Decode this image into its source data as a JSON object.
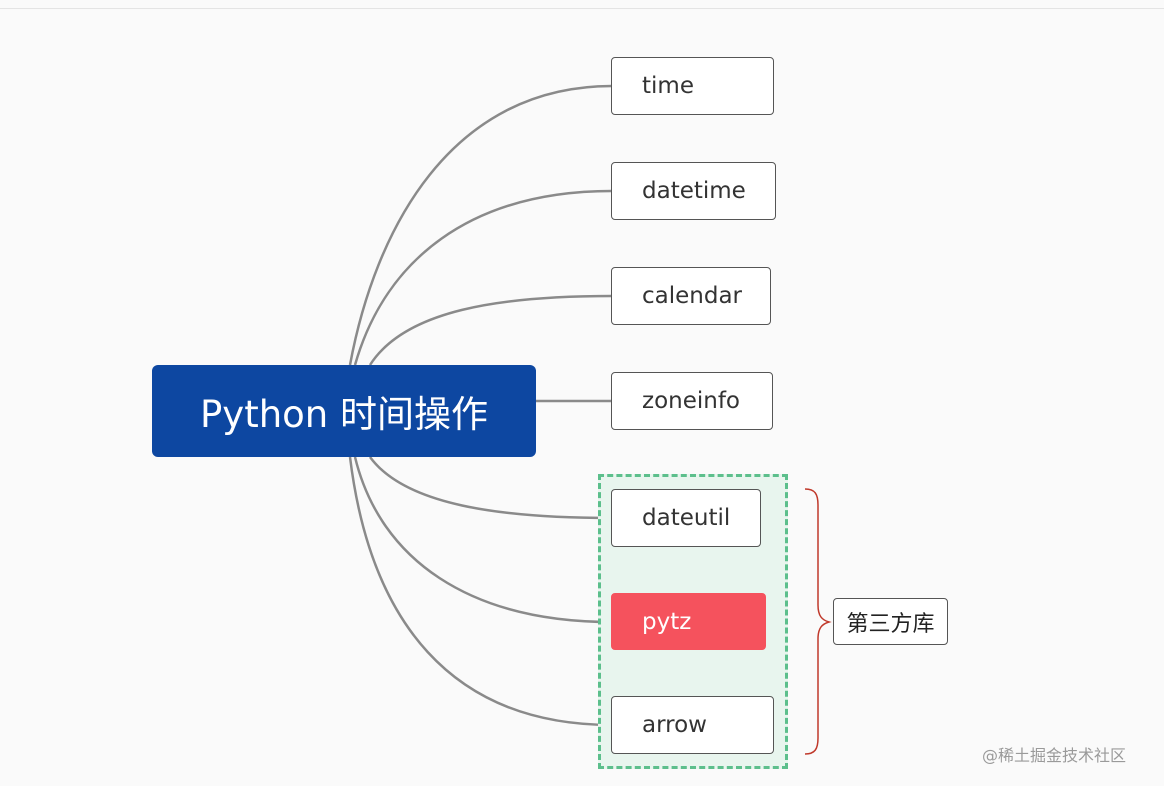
{
  "root": {
    "label": "Python 时间操作",
    "color": "#0d47a1"
  },
  "branches": [
    {
      "label": "time"
    },
    {
      "label": "datetime"
    },
    {
      "label": "calendar"
    },
    {
      "label": "zoneinfo"
    },
    {
      "label": "dateutil"
    },
    {
      "label": "pytz",
      "highlight": true,
      "color": "#f5525d"
    },
    {
      "label": "arrow"
    }
  ],
  "group": {
    "label": "第三方库",
    "border_color": "#5cbf8c",
    "fill": "#e8f5ee",
    "brace_color": "#c0392b"
  },
  "watermark": "@稀土掘金技术社区",
  "connector_color": "#8a8a8a"
}
